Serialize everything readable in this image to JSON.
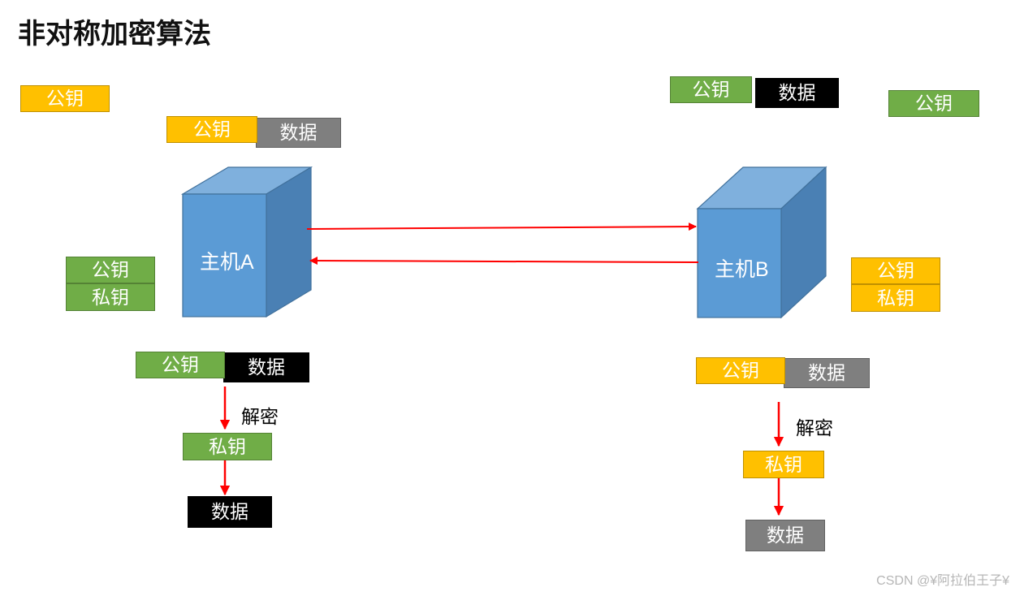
{
  "diagram": {
    "title": "非对称加密算法",
    "watermark": "CSDN @¥阿拉伯王子¥",
    "colors": {
      "yellow_fill": "#ffc000",
      "yellow_border": "#bf9000",
      "green_fill": "#70ad47",
      "green_border": "#548235",
      "gray_fill": "#7f7f7f",
      "gray_border": "#616161",
      "black_fill": "#000000",
      "cube_front": "#5b9bd5",
      "cube_top": "#7fb0dd",
      "cube_side": "#4a80b4",
      "cube_stroke": "#41719c",
      "arrow_red": "#ff0000",
      "title_color": "#111111",
      "watermark_color": "#b6b6b6"
    },
    "hosts": [
      {
        "id": "host-a",
        "label": "主机A"
      },
      {
        "id": "host-b",
        "label": "主机B"
      }
    ],
    "labels": {
      "public_key": "公钥",
      "private_key": "私钥",
      "data": "数据",
      "decrypt": "解密"
    },
    "boxes": [
      {
        "id": "a-public-key-standalone",
        "text": "公钥",
        "style": "yellow"
      },
      {
        "id": "a-sent-public-key",
        "text": "公钥",
        "style": "yellow"
      },
      {
        "id": "a-sent-data",
        "text": "数据",
        "style": "gray"
      },
      {
        "id": "b-sent-public-key",
        "text": "公钥",
        "style": "green"
      },
      {
        "id": "b-sent-data",
        "text": "数据",
        "style": "black"
      },
      {
        "id": "b-public-key-standalone",
        "text": "公钥",
        "style": "green"
      },
      {
        "id": "a-keypair-public",
        "text": "公钥",
        "style": "green"
      },
      {
        "id": "a-keypair-private",
        "text": "私钥",
        "style": "green"
      },
      {
        "id": "b-keypair-public",
        "text": "公钥",
        "style": "yellow"
      },
      {
        "id": "b-keypair-private",
        "text": "私钥",
        "style": "yellow"
      },
      {
        "id": "a-recv-public-key",
        "text": "公钥",
        "style": "green"
      },
      {
        "id": "a-recv-data",
        "text": "数据",
        "style": "black"
      },
      {
        "id": "a-decrypt-private-key",
        "text": "私钥",
        "style": "green"
      },
      {
        "id": "a-plain-data",
        "text": "数据",
        "style": "black"
      },
      {
        "id": "b-recv-public-key",
        "text": "公钥",
        "style": "yellow"
      },
      {
        "id": "b-recv-data",
        "text": "数据",
        "style": "gray"
      },
      {
        "id": "b-decrypt-private-key",
        "text": "私钥",
        "style": "yellow"
      },
      {
        "id": "b-plain-data",
        "text": "数据",
        "style": "gray"
      }
    ],
    "annotations": [
      {
        "id": "decrypt-left",
        "text": "解密"
      },
      {
        "id": "decrypt-right",
        "text": "解密"
      }
    ],
    "flows": [
      {
        "id": "a-to-b",
        "direction": "right",
        "from": "主机A",
        "to": "主机B"
      },
      {
        "id": "b-to-a",
        "direction": "left",
        "from": "主机B",
        "to": "主机A"
      }
    ]
  }
}
